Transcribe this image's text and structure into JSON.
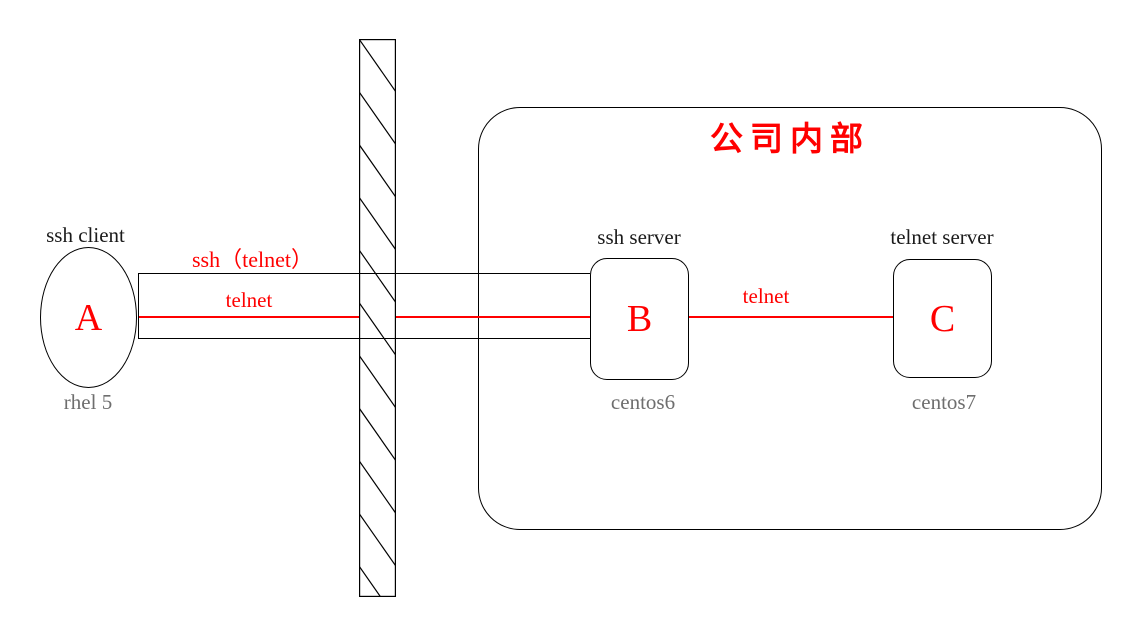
{
  "diagram": {
    "title": "公司内部",
    "nodes": [
      {
        "id": "A",
        "label": "A",
        "top_label": "ssh client",
        "bottom_label": "rhel 5",
        "shape": "ellipse"
      },
      {
        "id": "B",
        "label": "B",
        "top_label": "ssh server",
        "bottom_label": "centos6",
        "shape": "rounded-rect"
      },
      {
        "id": "C",
        "label": "C",
        "top_label": "telnet server",
        "bottom_label": "centos7",
        "shape": "rounded-rect"
      }
    ],
    "edges": [
      {
        "from": "A",
        "to": "B",
        "label": "ssh（telnet）",
        "style": "black-pipe-tunnel"
      },
      {
        "from": "A",
        "to": "B",
        "label": "telnet",
        "style": "red-line"
      },
      {
        "from": "B",
        "to": "C",
        "label": "telnet",
        "style": "red-line"
      }
    ],
    "barrier": {
      "name": "firewall-hatched-bar"
    },
    "colors": {
      "accent": "#ff0000",
      "line": "#000000",
      "muted_text": "#6e6e6e",
      "background": "#ffffff"
    }
  }
}
